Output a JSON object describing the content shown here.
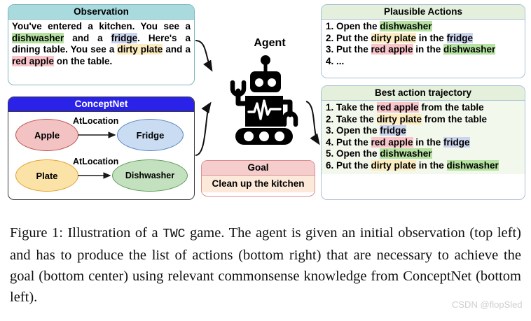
{
  "observation": {
    "title": "Observation",
    "segments": [
      {
        "text": "You've entered a kitchen. You see a ",
        "hl": ""
      },
      {
        "text": "dishwasher",
        "hl": "hl-dish"
      },
      {
        "text": " and a ",
        "hl": ""
      },
      {
        "text": "fridge",
        "hl": "hl-fridge"
      },
      {
        "text": ". Here's a dining table. You see a ",
        "hl": ""
      },
      {
        "text": "dirty plate",
        "hl": "hl-plate"
      },
      {
        "text": " and a ",
        "hl": ""
      },
      {
        "text": "red apple",
        "hl": "hl-apple"
      },
      {
        "text": " on the table.",
        "hl": ""
      }
    ]
  },
  "conceptnet": {
    "title": "ConceptNet",
    "nodes": {
      "apple": "Apple",
      "fridge": "Fridge",
      "plate": "Plate",
      "dishwasher": "Dishwasher"
    },
    "relations": {
      "r1": "AtLocation",
      "r2": "AtLocation"
    }
  },
  "agent": {
    "label": "Agent",
    "icon": "robot-icon"
  },
  "goal": {
    "title": "Goal",
    "text": "Clean up the kitchen"
  },
  "plausible_actions": {
    "title": "Plausible Actions",
    "items": [
      {
        "num": "1.",
        "segments": [
          {
            "text": "Open the ",
            "hl": ""
          },
          {
            "text": "dishwasher",
            "hl": "hl-dish"
          }
        ]
      },
      {
        "num": "2.",
        "segments": [
          {
            "text": "Put the ",
            "hl": ""
          },
          {
            "text": "dirty plate",
            "hl": "hl-plate"
          },
          {
            "text": " in the ",
            "hl": ""
          },
          {
            "text": "fridge",
            "hl": "hl-fridge"
          }
        ]
      },
      {
        "num": "3.",
        "segments": [
          {
            "text": "Put the ",
            "hl": ""
          },
          {
            "text": "red apple",
            "hl": "hl-apple"
          },
          {
            "text": " in the ",
            "hl": ""
          },
          {
            "text": "dishwasher",
            "hl": "hl-dish"
          }
        ]
      },
      {
        "num": "4.",
        "segments": [
          {
            "text": "...",
            "hl": ""
          }
        ]
      }
    ]
  },
  "best_trajectory": {
    "title": "Best action trajectory",
    "items": [
      {
        "num": "1.",
        "segments": [
          {
            "text": "Take the ",
            "hl": ""
          },
          {
            "text": "red apple",
            "hl": "hl-apple"
          },
          {
            "text": " from the table",
            "hl": ""
          }
        ]
      },
      {
        "num": "2.",
        "segments": [
          {
            "text": "Take the ",
            "hl": ""
          },
          {
            "text": "dirty plate",
            "hl": "hl-plate"
          },
          {
            "text": " from the table",
            "hl": ""
          }
        ]
      },
      {
        "num": "3.",
        "segments": [
          {
            "text": "Open the ",
            "hl": ""
          },
          {
            "text": "fridge",
            "hl": "hl-fridge"
          }
        ]
      },
      {
        "num": "4.",
        "segments": [
          {
            "text": "Put the ",
            "hl": ""
          },
          {
            "text": "red apple",
            "hl": "hl-apple"
          },
          {
            "text": " in the ",
            "hl": ""
          },
          {
            "text": "fridge",
            "hl": "hl-fridge"
          }
        ]
      },
      {
        "num": "5.",
        "segments": [
          {
            "text": "Open the ",
            "hl": ""
          },
          {
            "text": "dishwasher",
            "hl": "hl-dish"
          }
        ]
      },
      {
        "num": "6.",
        "segments": [
          {
            "text": "Put the ",
            "hl": ""
          },
          {
            "text": "dirty plate",
            "hl": "hl-plate"
          },
          {
            "text": " in the ",
            "hl": ""
          },
          {
            "text": "dishwasher",
            "hl": "hl-dish"
          }
        ]
      }
    ]
  },
  "caption": {
    "prefix": "Figure 1:  Illustration of a ",
    "mono": "TWC",
    "suffix": " game. The agent is given an initial observation (top left) and has to produce the list of actions (bottom right) that are necessary to achieve the goal (bottom center) using relevant commonsense knowledge from ConceptNet (bottom left)."
  },
  "watermark": "CSDN @flopSled",
  "colors": {
    "observation_header": "#a9dadd",
    "conceptnet_header": "#2a22e8",
    "goal_header": "#f5cdcd",
    "goal_body": "#fde9d9",
    "panel_header_green": "#e4f0db",
    "highlight_dishwasher": "#b5e2a0",
    "highlight_fridge": "#ccd4ee",
    "highlight_plate": "#fdecc0",
    "highlight_apple": "#f9c5ca"
  }
}
